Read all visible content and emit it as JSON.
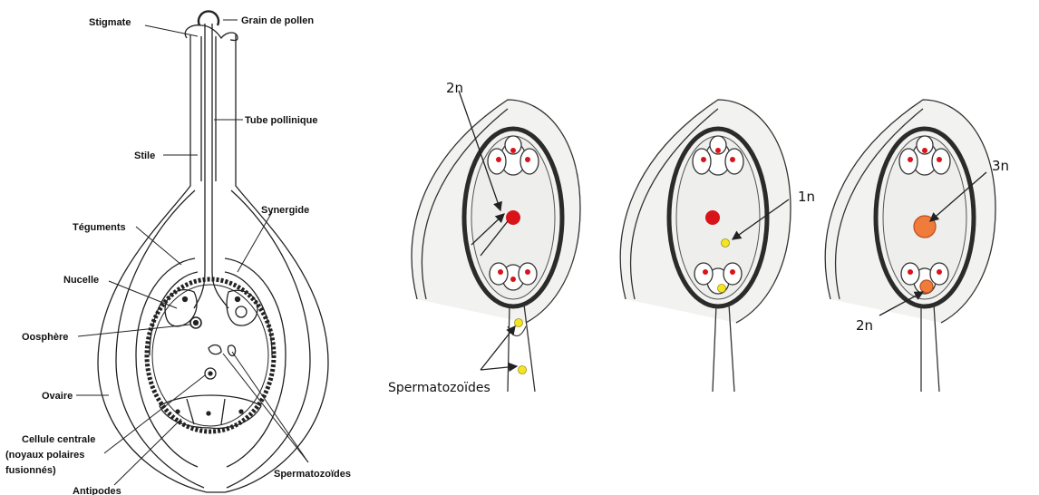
{
  "left_diagram": {
    "labels": {
      "stigmate": "Stigmate",
      "grain_pollen": "Grain de pollen",
      "tube_pollinique": "Tube pollinique",
      "style": "Stile",
      "teguments": "Téguments",
      "synergide": "Synergide",
      "nucelle": "Nucelle",
      "oosphere": "Oosphère",
      "ovaire": "Ovaire",
      "cellule_centrale_1": "Cellule centrale",
      "cellule_centrale_2": "(noyaux polaires",
      "cellule_centrale_3": "fusionnés)",
      "spermatozoides": "Spermatozoïdes",
      "antipodes": "Antipodes"
    }
  },
  "right_diagram": {
    "labels": {
      "ploidy_2n_top": "2n",
      "ploidy_1n": "1n",
      "ploidy_3n": "3n",
      "ploidy_2n_bottom": "2n",
      "spermatozoides": "Spermatozoïdes"
    }
  },
  "colors": {
    "nucleus_red": "#d8141a",
    "sperm_yellow": "#f4e524",
    "triploid_orange": "#f07c3c",
    "line": "#222222",
    "sac_fill": "#f2f2f0"
  }
}
